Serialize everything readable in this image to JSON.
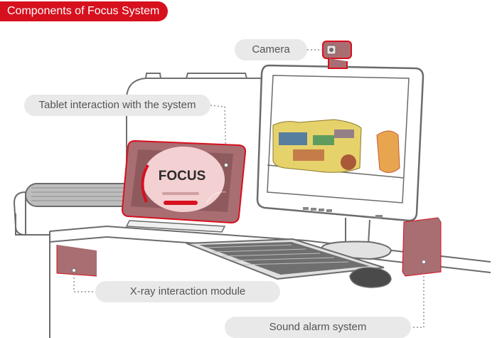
{
  "title": "Components of Focus System",
  "labels": {
    "camera": "Camera",
    "tablet": "Tablet interaction with the system",
    "xray": "X-ray interaction module",
    "sound": "Sound alarm system"
  },
  "tablet_screen": {
    "logo": "FOCUS"
  },
  "colors": {
    "accent": "#d7101e",
    "highlight_fill": "#a86e72",
    "label_bg": "#e9e9e9",
    "label_text": "#555555",
    "line": "#6b6b6b"
  }
}
